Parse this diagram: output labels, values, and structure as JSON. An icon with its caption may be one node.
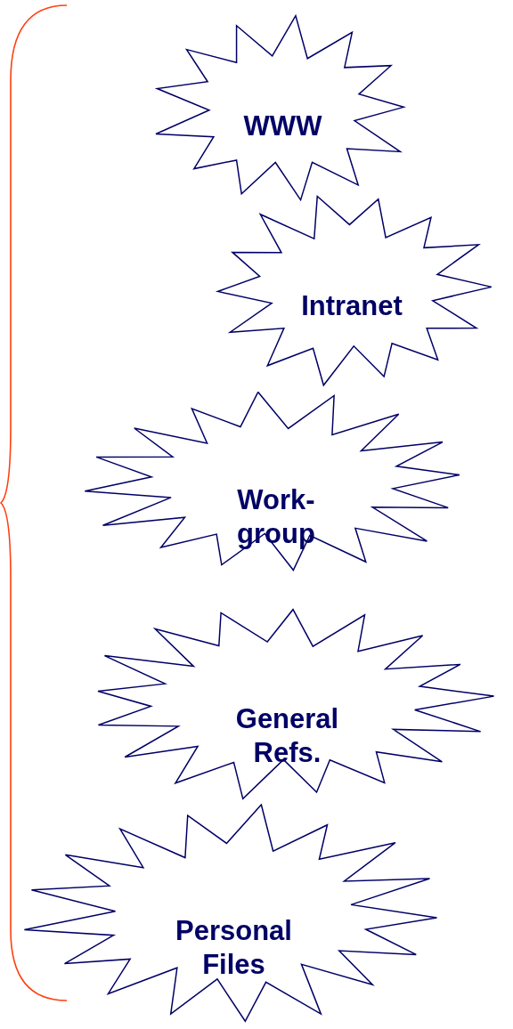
{
  "diagram": {
    "nodes": [
      {
        "text": [
          "WWW"
        ]
      },
      {
        "text": [
          "Intranet"
        ]
      },
      {
        "text": [
          "Work- group"
        ]
      },
      {
        "text": [
          "General Refs."
        ]
      },
      {
        "text": [
          "Personal Files"
        ]
      }
    ]
  }
}
